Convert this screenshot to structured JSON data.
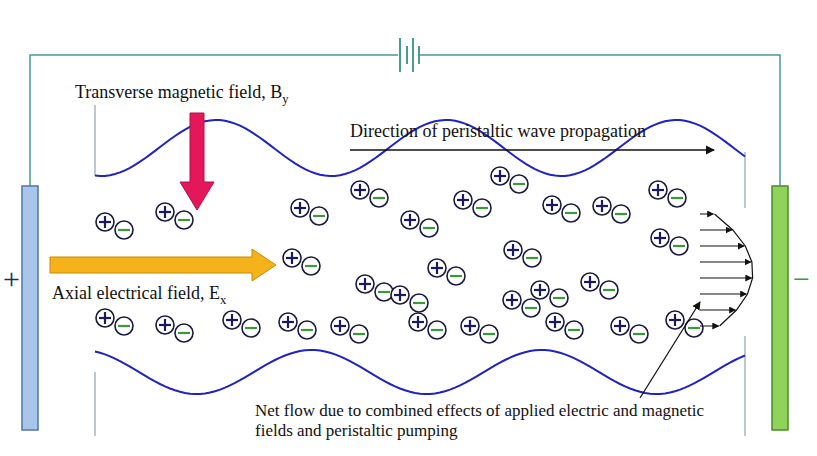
{
  "diagram": {
    "labels": [
      "Transverse magnetic field, B",
      "y",
      "Direction of peristaltic wave propagation",
      "Axial electrical field, E",
      "x",
      "+",
      "−",
      "Net flow due to combined effects of applied electric and magnetic fields and peristaltic pumping"
    ]
  }
}
